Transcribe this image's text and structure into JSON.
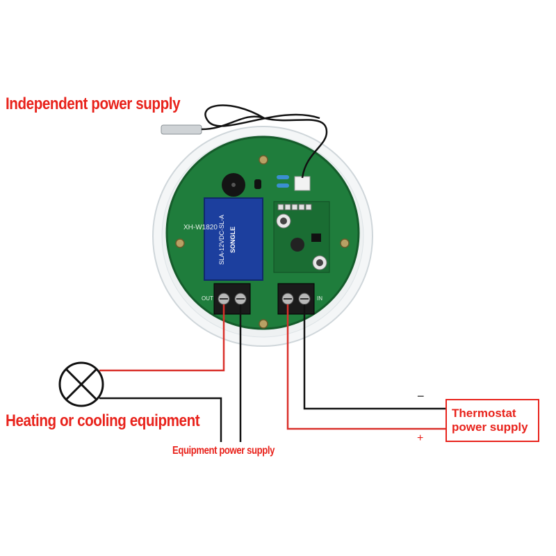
{
  "labels": {
    "independent_power": "Independent power supply",
    "heating_cooling": "Heating or cooling equipment",
    "equipment_power": "Equipment power supply",
    "thermostat_power": "Thermostat power supply",
    "minus_sign": "−",
    "plus_sign": "+"
  },
  "board": {
    "model": "XH-W1820",
    "relay_label_main": "SLA-12VDC-SL-A",
    "relay_brand": "SONGLE",
    "terminal_out": "OUT",
    "terminal_in": "IN"
  },
  "colors": {
    "label_red": "#e8221b",
    "wire_red": "#d9302a",
    "wire_black": "#111111",
    "pcb_green": "#1e7a3a",
    "relay_blue": "#1c3f9e",
    "terminal_black": "#1a1a1a"
  }
}
